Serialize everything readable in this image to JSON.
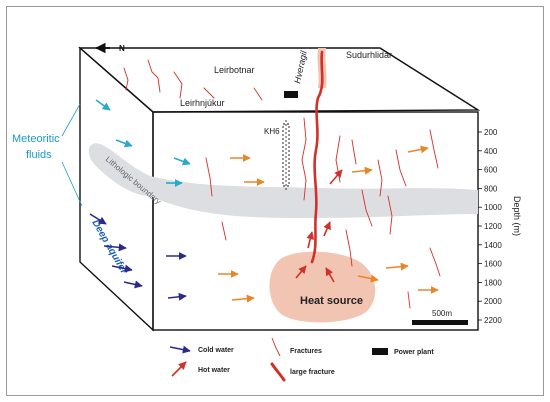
{
  "labels": {
    "north": "N",
    "leirbotnar": "Leirbotnar",
    "sudurhlidar": "Sudurhlidar",
    "hveragil": "Hveragil",
    "leirhnjukur": "Leirhnjúkur",
    "well": "KH6",
    "meteoric_line1": "Meteoritic",
    "meteoric_line2": "fluids",
    "lithologic": "Lithologic boundary",
    "deep_aquifer": "Deep aquifer",
    "heat_source": "Heat source",
    "scale": "500m",
    "depth_axis": "Depth (m)"
  },
  "depth_ticks": [
    "200",
    "400",
    "600",
    "800",
    "1000",
    "1200",
    "1400",
    "1600",
    "1800",
    "2000",
    "2200"
  ],
  "legend": {
    "cold_water": "Cold water",
    "hot_water": "Hot water",
    "fractures": "Fractures",
    "large_fracture": "large fracture",
    "power_plant": "Power plant"
  },
  "colors": {
    "cold": "#2b2a8c",
    "cyan": "#29a9cc",
    "orange": "#e8872a",
    "red": "#d2302a",
    "lithology": "#dcdee2",
    "heat": "#f2c4b2",
    "meteoric_text": "#1d9ac9",
    "deep_aquifer_text": "#1d62b0"
  }
}
